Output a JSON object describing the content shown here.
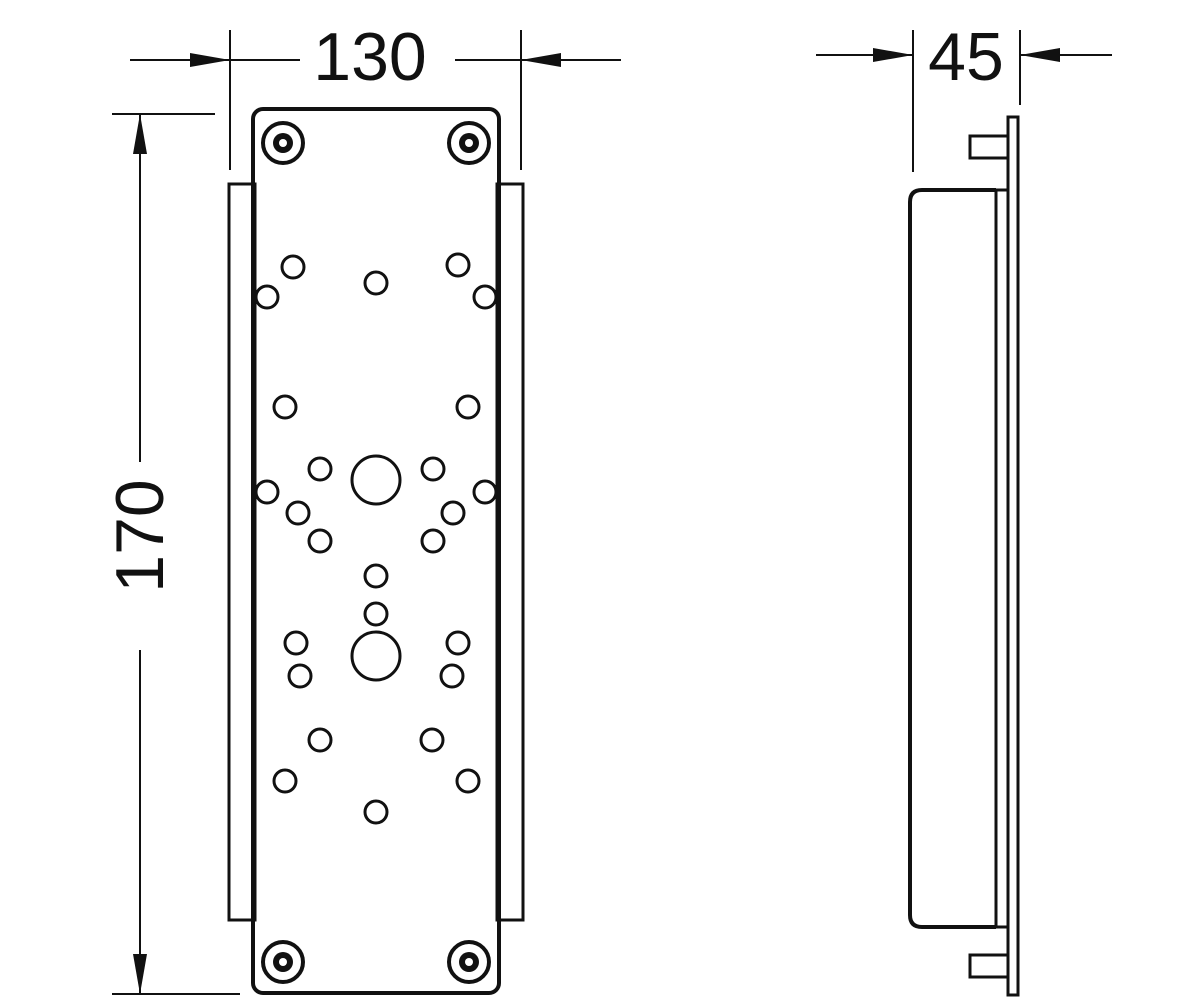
{
  "diagram": {
    "front_view": {
      "width_dimension": "130",
      "height_dimension": "170"
    },
    "side_view": {
      "depth_dimension": "45"
    }
  },
  "colors": {
    "line": "#111111",
    "background": "#ffffff"
  },
  "icons": {
    "dimension_arrow": "arrowhead-icon",
    "mounting_screw": "screw-icon"
  }
}
